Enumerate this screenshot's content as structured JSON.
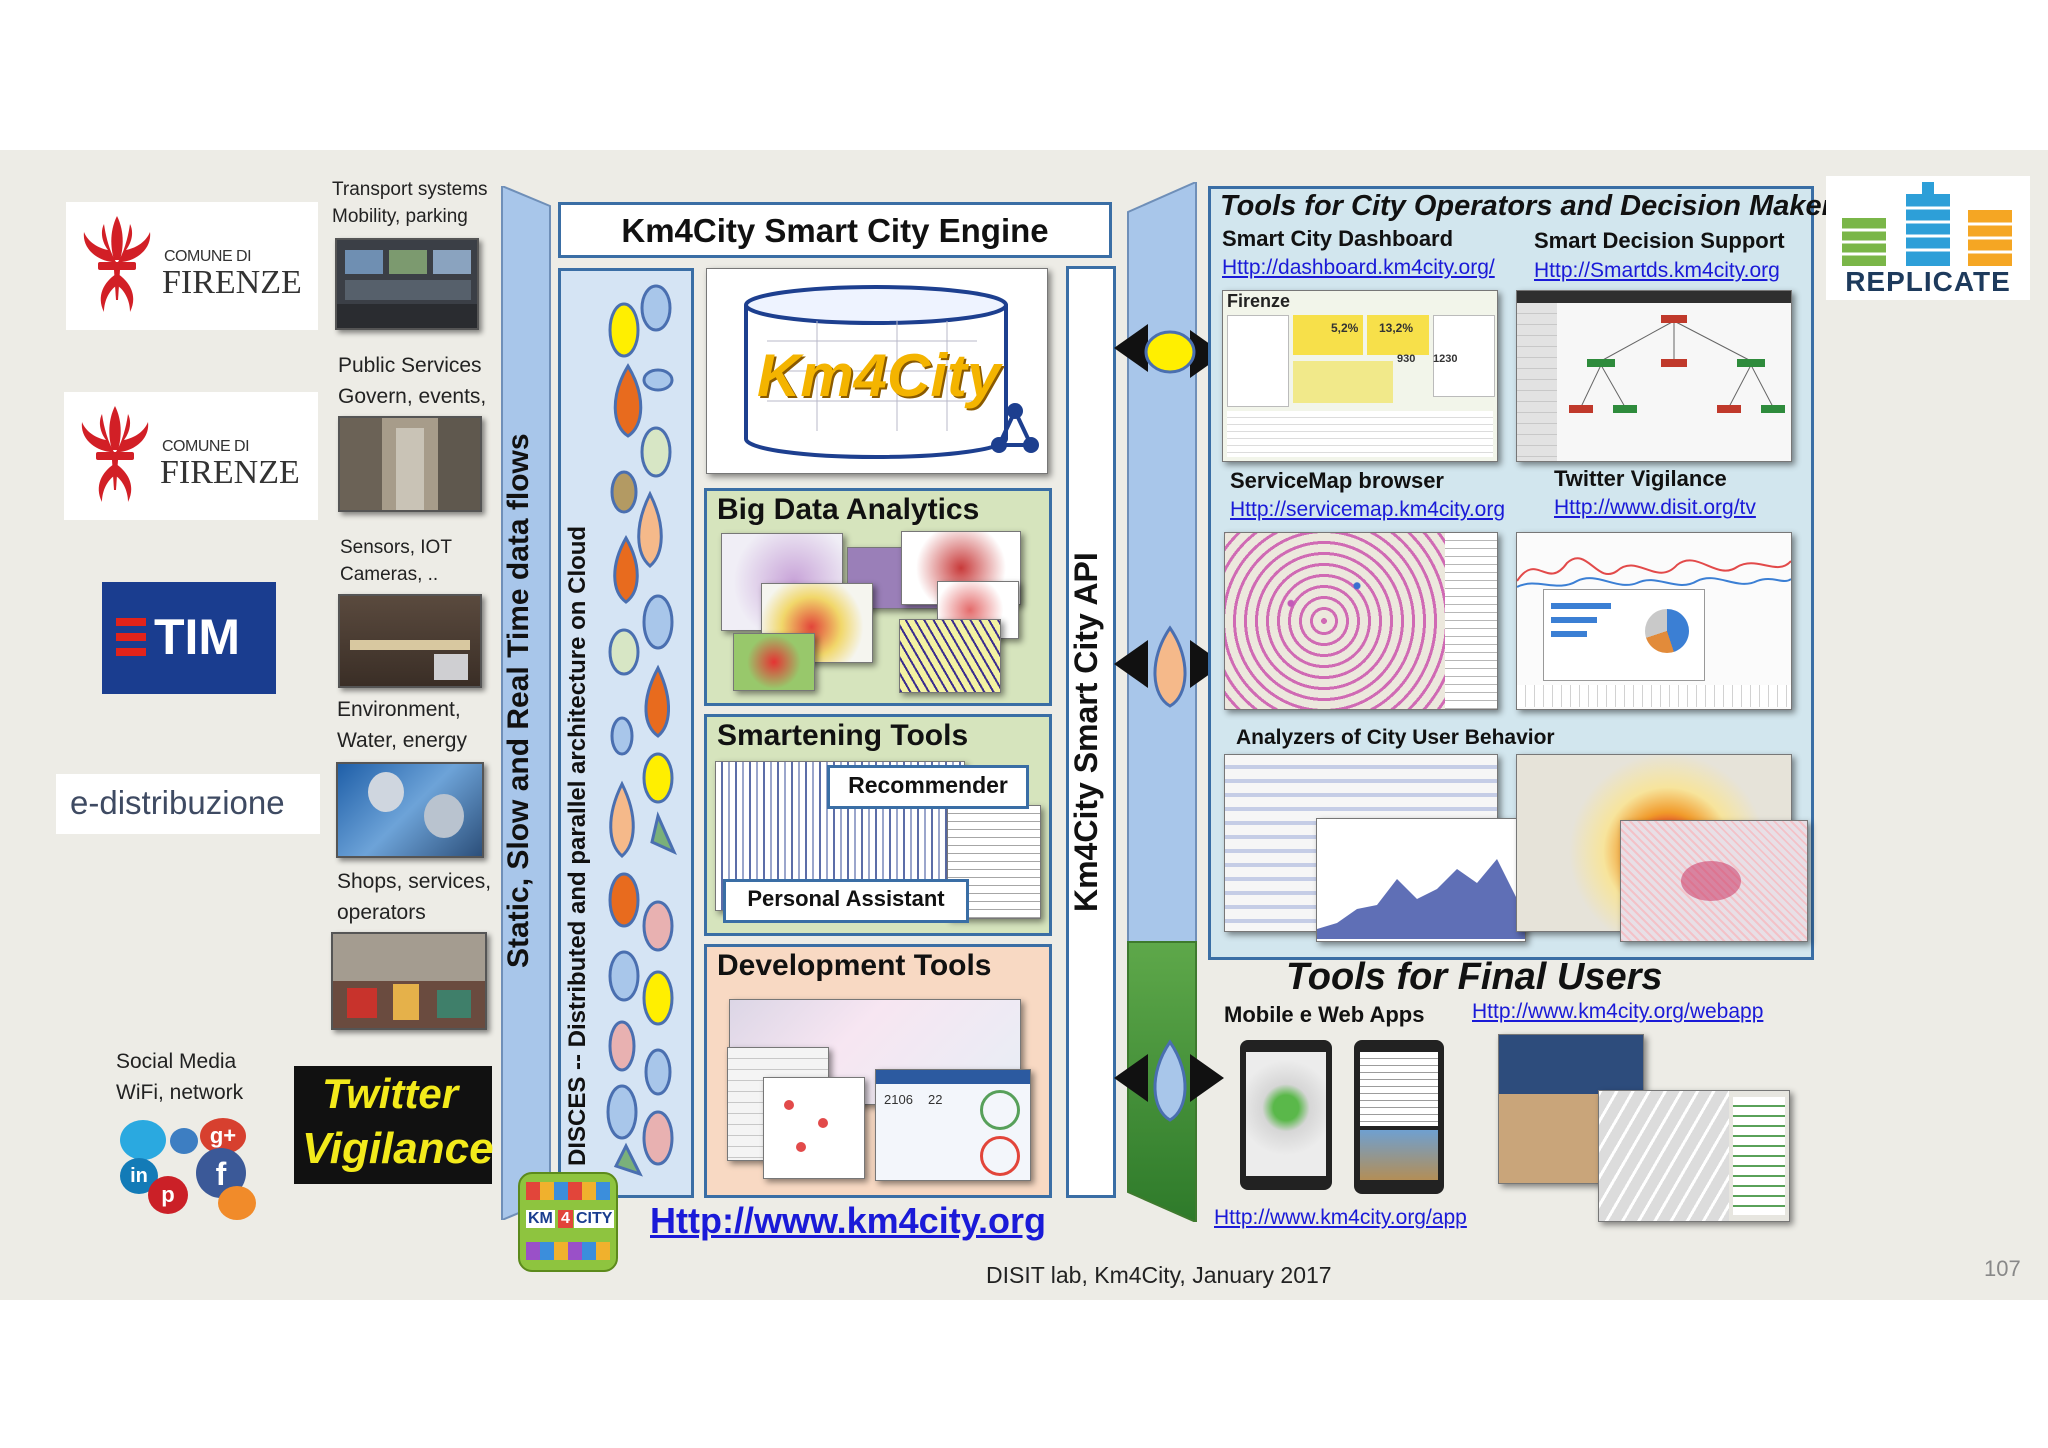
{
  "header": {
    "page_number": "107",
    "footer": "DISIT lab, Km4City, January 2017"
  },
  "sources": {
    "transport": [
      "Transport systems",
      "Mobility, parking"
    ],
    "public_services": [
      "Public Services",
      "Govern, events,"
    ],
    "sensors": [
      "Sensors, IOT",
      "Cameras, .."
    ],
    "environment": [
      "Environment,",
      "Water, energy"
    ],
    "shops": [
      "Shops, services,",
      "operators"
    ],
    "social": [
      "Social Media",
      "WiFi, network"
    ]
  },
  "logos": {
    "comune1_top": "COMUNE DI",
    "comune1_main": "FIRENZE",
    "comune2_top": "COMUNE DI",
    "comune2_main": "FIRENZE",
    "tim": "TIM",
    "edistribuzione": "e-distribuzione",
    "twitter_vigilance": [
      "Twitter",
      "Vigilance"
    ],
    "replicate": "REPLICATE",
    "km4city_app": [
      "KM",
      "4",
      "CITY"
    ]
  },
  "flows": {
    "static_flows": "Static, Slow and Real Time data flows",
    "disces": "DISCES -- Distributed and parallel architecture on Cloud"
  },
  "engine": {
    "title": "Km4City Smart City Engine",
    "km4city_logo": "Km4City",
    "big_data": "Big Data Analytics",
    "smartening": "Smartening Tools",
    "recommender": "Recommender",
    "personal_assistant": "Personal Assistant",
    "development": "Development Tools",
    "url": "Http://www.km4city.org"
  },
  "api": {
    "label": "Km4City Smart City API"
  },
  "operators": {
    "title": "Tools for City Operators and Decision Makers",
    "dashboard_label": "Smart City Dashboard",
    "dashboard_url": "Http://dashboard.km4city.org/",
    "decision_label": "Smart Decision Support",
    "decision_url": "Http://Smartds.km4city.org",
    "servicemap_label": "ServiceMap browser",
    "servicemap_url": "Http://servicemap.km4city.org",
    "twitter_label": "Twitter Vigilance",
    "twitter_url": "Http://www.disit.org/tv",
    "analyzers_label": "Analyzers of City User Behavior",
    "dashboard_shot": {
      "city": "Firenze",
      "v1": "5,2%",
      "v2": "13,2%",
      "v3": "930",
      "v4": "1230"
    }
  },
  "final_users": {
    "title": "Tools for Final Users",
    "mobile_label": "Mobile e Web Apps",
    "webapp_url": "Http://www.km4city.org/webapp",
    "app_url": "Http://www.km4city.org/app"
  },
  "dev_shot": {
    "v1": "2106",
    "v2": "22"
  },
  "colors": {
    "background": "#edece6",
    "module_border": "#3a6ea5",
    "big_data_bg": "#d6e4bd",
    "smartening_bg": "#d6e4bd",
    "development_bg": "#f8d9c3",
    "operators_bg": "#d2e6ee",
    "link": "#1a1ad8",
    "arrow_blue": "#a8c6ea",
    "arrow_green": "#5ea84a",
    "tim_blue": "#1a3d8f",
    "florence_red": "#d21f26"
  }
}
